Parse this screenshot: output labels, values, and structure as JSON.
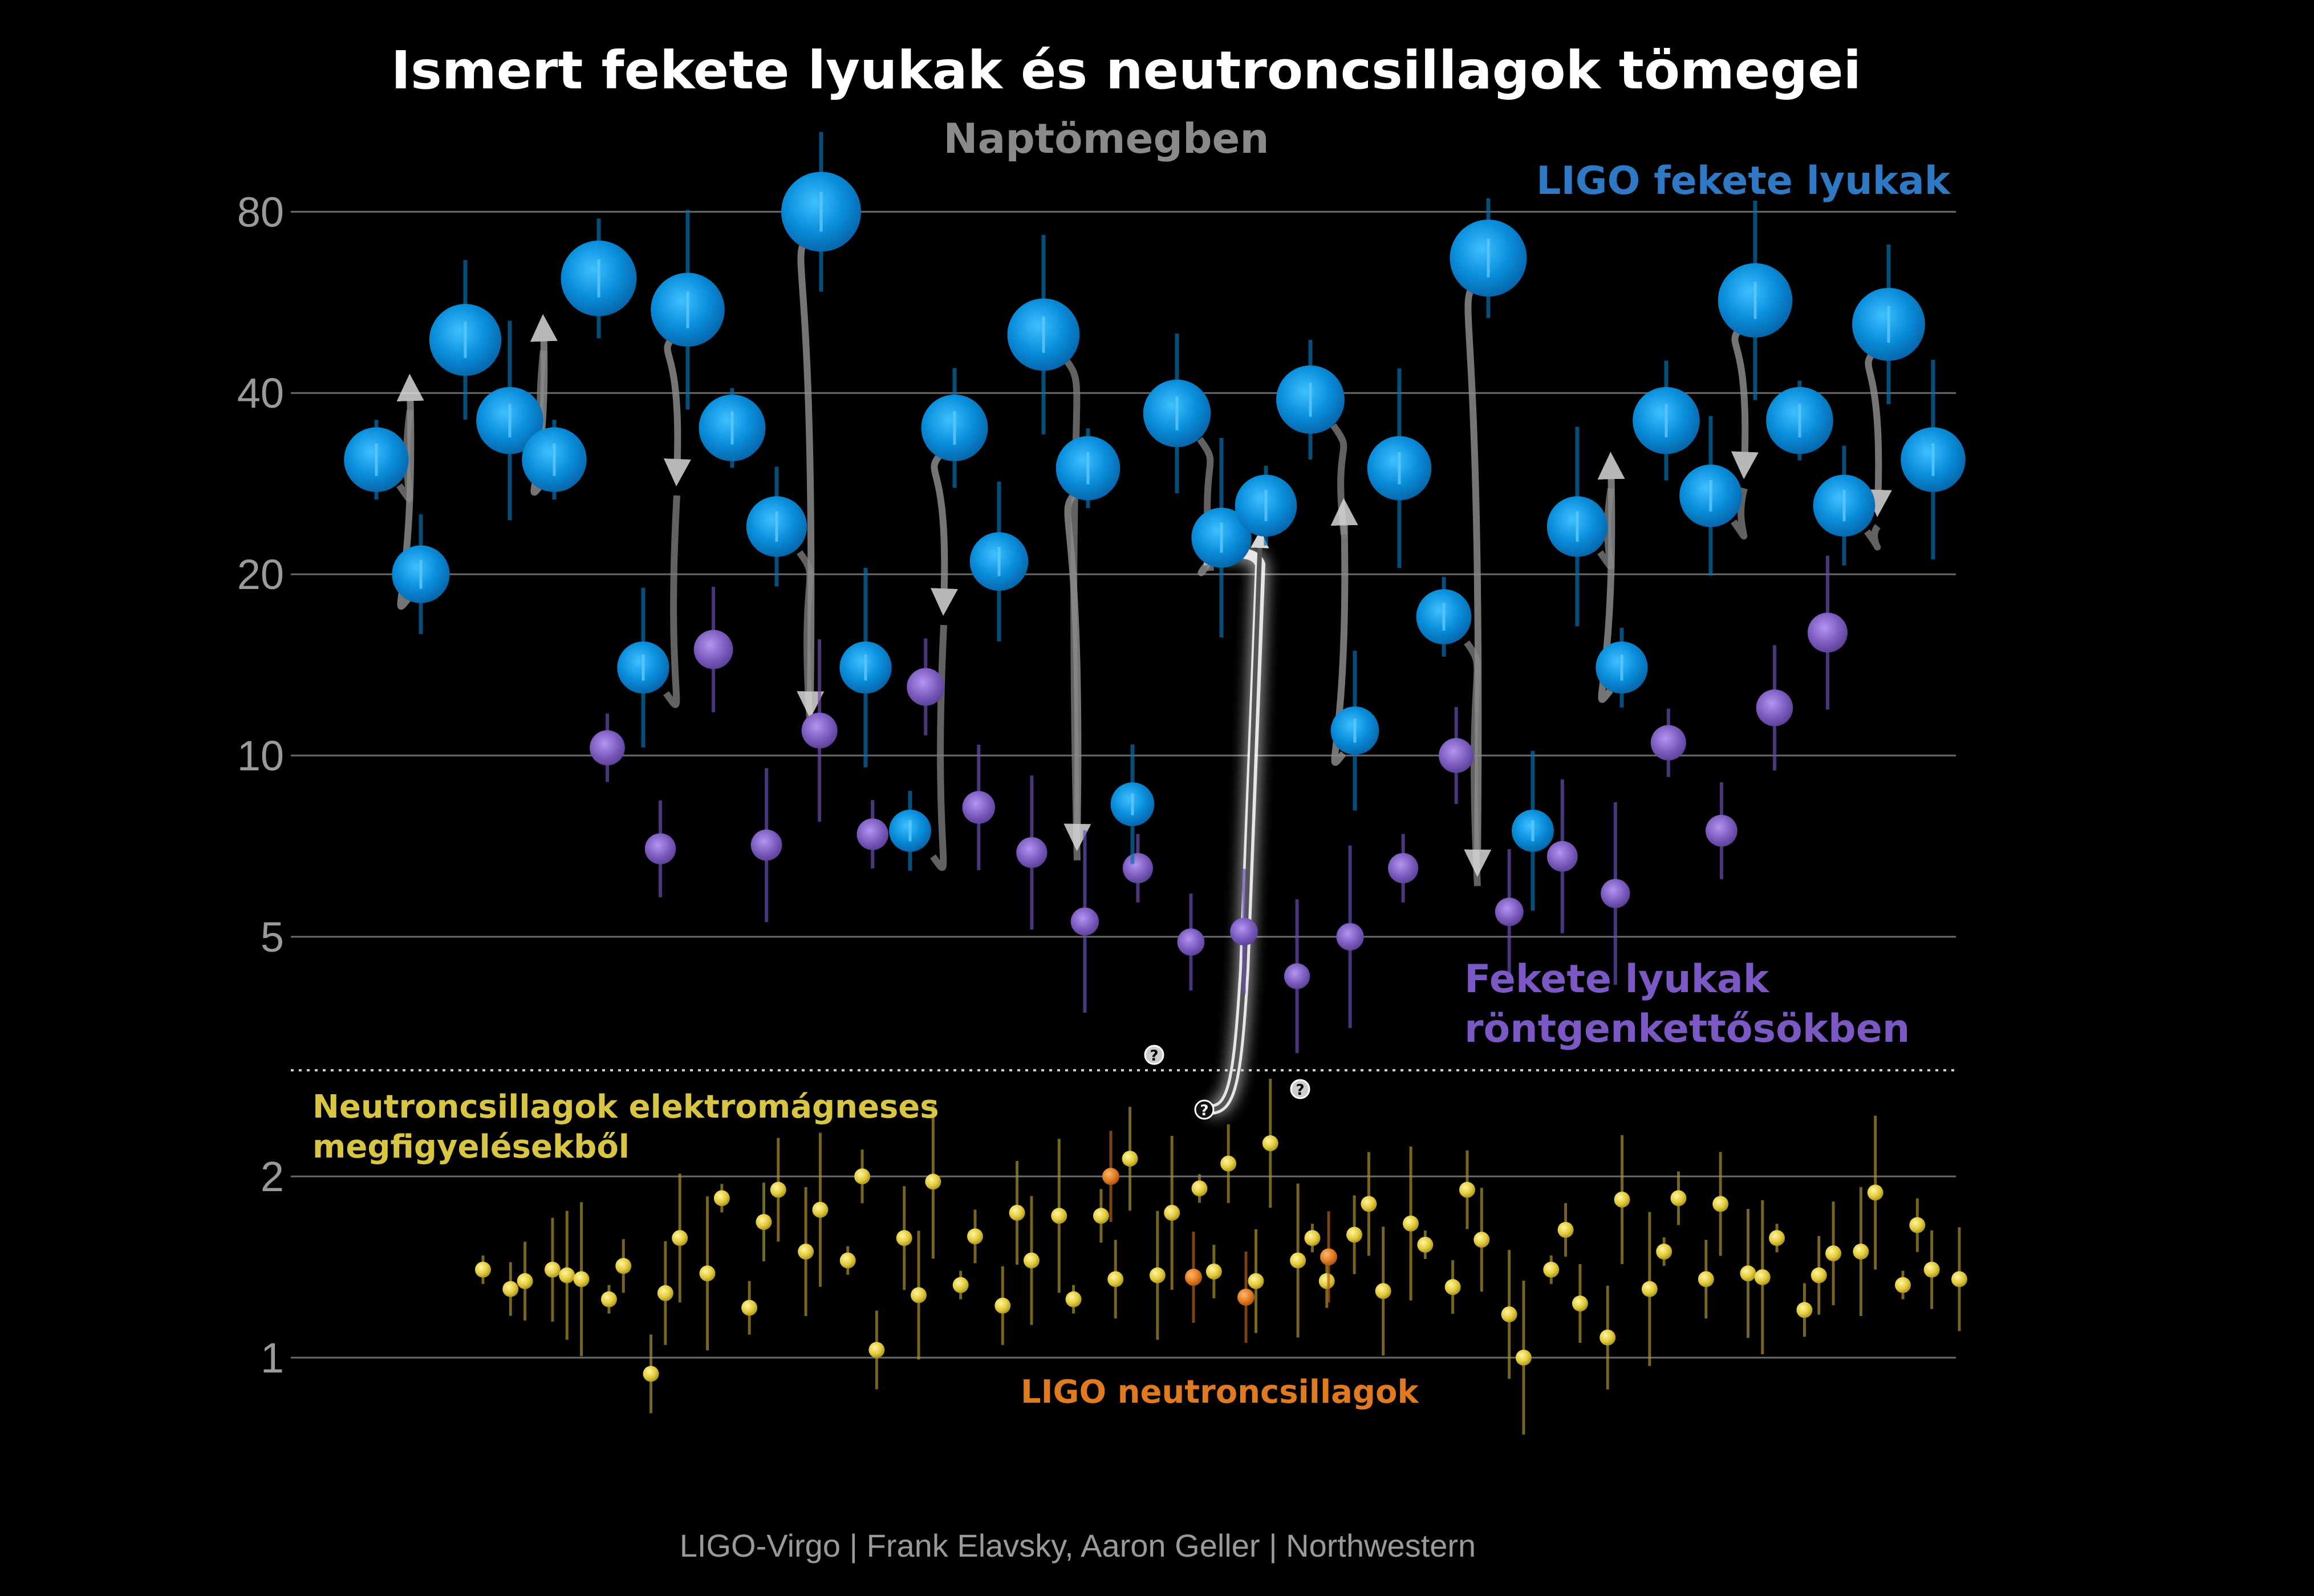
{
  "title": "Ismert fekete lyukak és neutroncsillagok tömegei",
  "subtitle": "Naptömegben",
  "credit": "LIGO-Virgo | Frank Elavsky, Aaron Geller | Northwestern",
  "labels": {
    "ligo_bh": "LIGO fekete lyukak",
    "xray_bh_line1": "Fekete lyukak",
    "xray_bh_line2": "röntgenkettősökben",
    "em_ns_line1": "Neutroncsillagok elektromágneses",
    "em_ns_line2": "megfigyelésekből",
    "ligo_ns": "LIGO neutroncsillagok"
  },
  "colors": {
    "ligo_bh": "#0a8fdc",
    "xray_bh": "#8a66c9",
    "em_ns": "#e8d44a",
    "ligo_ns": "#e07a20",
    "gridline": "#6a6a6a",
    "merger_arrow": "#9a9a9a"
  },
  "chart_data": {
    "type": "scatter",
    "title": "Ismert fekete lyukak és neutroncsillagok tömegei",
    "subtitle": "Naptömegben",
    "yscale": "log",
    "ylim": [
      0.6,
      95
    ],
    "yticks": [
      1,
      2,
      5,
      10,
      20,
      40,
      80
    ],
    "grid": true,
    "series": [
      {
        "name": "LIGO fekete lyukak",
        "points": [
          {
            "x": 1,
            "y": 31
          },
          {
            "x": 2,
            "y": 20
          },
          {
            "x": 3,
            "y": 49
          },
          {
            "x": 4,
            "y": 36
          },
          {
            "x": 5,
            "y": 31
          },
          {
            "x": 6,
            "y": 62
          },
          {
            "x": 7,
            "y": 14
          },
          {
            "x": 8,
            "y": 55
          },
          {
            "x": 9,
            "y": 35
          },
          {
            "x": 10,
            "y": 24
          },
          {
            "x": 11,
            "y": 80
          },
          {
            "x": 12,
            "y": 14
          },
          {
            "x": 13,
            "y": 7.5
          },
          {
            "x": 14,
            "y": 35
          },
          {
            "x": 15,
            "y": 21
          },
          {
            "x": 16,
            "y": 50
          },
          {
            "x": 17,
            "y": 30
          },
          {
            "x": 18,
            "y": 8.3
          },
          {
            "x": 19,
            "y": 37
          },
          {
            "x": 20,
            "y": 23
          },
          {
            "x": 21,
            "y": 26
          },
          {
            "x": 22,
            "y": 39
          },
          {
            "x": 23,
            "y": 11
          },
          {
            "x": 24,
            "y": 30
          },
          {
            "x": 25,
            "y": 17
          },
          {
            "x": 26,
            "y": 67
          },
          {
            "x": 27,
            "y": 7.5
          },
          {
            "x": 28,
            "y": 24
          },
          {
            "x": 29,
            "y": 14
          },
          {
            "x": 30,
            "y": 36
          },
          {
            "x": 31,
            "y": 27
          },
          {
            "x": 32,
            "y": 57
          },
          {
            "x": 33,
            "y": 36
          },
          {
            "x": 34,
            "y": 26
          },
          {
            "x": 35,
            "y": 52
          },
          {
            "x": 36,
            "y": 31
          }
        ]
      },
      {
        "name": "Fekete lyukak röntgenkettősökben",
        "points": [
          {
            "x": 1,
            "y": 10.3
          },
          {
            "x": 2,
            "y": 7
          },
          {
            "x": 3,
            "y": 15
          },
          {
            "x": 4,
            "y": 7.1
          },
          {
            "x": 5,
            "y": 11
          },
          {
            "x": 6,
            "y": 7.4
          },
          {
            "x": 7,
            "y": 13
          },
          {
            "x": 8,
            "y": 8.2
          },
          {
            "x": 9,
            "y": 6.9
          },
          {
            "x": 10,
            "y": 5.3
          },
          {
            "x": 11,
            "y": 6.5
          },
          {
            "x": 12,
            "y": 4.9
          },
          {
            "x": 13,
            "y": 5.1
          },
          {
            "x": 14,
            "y": 4.3
          },
          {
            "x": 15,
            "y": 5
          },
          {
            "x": 16,
            "y": 6.5
          },
          {
            "x": 17,
            "y": 10
          },
          {
            "x": 18,
            "y": 5.5
          },
          {
            "x": 19,
            "y": 6.8
          },
          {
            "x": 20,
            "y": 5.9
          },
          {
            "x": 21,
            "y": 10.5
          },
          {
            "x": 22,
            "y": 7.5
          },
          {
            "x": 23,
            "y": 12
          },
          {
            "x": 24,
            "y": 16
          }
        ]
      },
      {
        "name": "Neutroncsillagok elektromágneses megfigyelésekből",
        "points": [
          {
            "x": 1,
            "y": 1.4
          },
          {
            "x": 2,
            "y": 1.3
          },
          {
            "x": 3,
            "y": 1.34
          },
          {
            "x": 4,
            "y": 1.4
          },
          {
            "x": 5,
            "y": 1.37
          },
          {
            "x": 6,
            "y": 1.35
          },
          {
            "x": 7,
            "y": 1.25
          },
          {
            "x": 8,
            "y": 1.42
          },
          {
            "x": 9,
            "y": 0.94
          },
          {
            "x": 10,
            "y": 1.28
          },
          {
            "x": 11,
            "y": 1.58
          },
          {
            "x": 12,
            "y": 1.38
          },
          {
            "x": 13,
            "y": 1.84
          },
          {
            "x": 14,
            "y": 1.21
          },
          {
            "x": 15,
            "y": 1.68
          },
          {
            "x": 16,
            "y": 1.9
          },
          {
            "x": 17,
            "y": 1.5
          },
          {
            "x": 18,
            "y": 1.76
          },
          {
            "x": 19,
            "y": 1.45
          },
          {
            "x": 20,
            "y": 2.0
          },
          {
            "x": 21,
            "y": 1.03
          },
          {
            "x": 22,
            "y": 1.58
          },
          {
            "x": 23,
            "y": 1.27
          },
          {
            "x": 24,
            "y": 1.96
          },
          {
            "x": 25,
            "y": 1.32
          },
          {
            "x": 26,
            "y": 1.59
          },
          {
            "x": 27,
            "y": 1.22
          },
          {
            "x": 28,
            "y": 1.74
          },
          {
            "x": 29,
            "y": 1.45
          },
          {
            "x": 30,
            "y": 1.72
          },
          {
            "x": 31,
            "y": 1.25
          },
          {
            "x": 32,
            "y": 1.72
          },
          {
            "x": 33,
            "y": 1.35
          },
          {
            "x": 34,
            "y": 2.14
          },
          {
            "x": 35,
            "y": 1.37
          },
          {
            "x": 36,
            "y": 1.74
          },
          {
            "x": 37,
            "y": 1.91
          },
          {
            "x": 38,
            "y": 1.39
          },
          {
            "x": 39,
            "y": 2.1
          },
          {
            "x": 40,
            "y": 1.34
          },
          {
            "x": 41,
            "y": 2.27
          },
          {
            "x": 42,
            "y": 1.45
          },
          {
            "x": 43,
            "y": 1.58
          },
          {
            "x": 44,
            "y": 1.34
          },
          {
            "x": 45,
            "y": 1.6
          },
          {
            "x": 46,
            "y": 1.8
          },
          {
            "x": 47,
            "y": 1.29
          },
          {
            "x": 48,
            "y": 1.67
          },
          {
            "x": 49,
            "y": 1.54
          },
          {
            "x": 50,
            "y": 1.31
          },
          {
            "x": 51,
            "y": 1.9
          },
          {
            "x": 52,
            "y": 1.57
          },
          {
            "x": 53,
            "y": 1.18
          },
          {
            "x": 54,
            "y": 1.0
          },
          {
            "x": 55,
            "y": 1.4
          },
          {
            "x": 56,
            "y": 1.63
          },
          {
            "x": 57,
            "y": 1.23
          },
          {
            "x": 58,
            "y": 1.08
          },
          {
            "x": 59,
            "y": 1.83
          },
          {
            "x": 60,
            "y": 1.3
          },
          {
            "x": 61,
            "y": 1.5
          },
          {
            "x": 62,
            "y": 1.84
          },
          {
            "x": 63,
            "y": 1.35
          },
          {
            "x": 64,
            "y": 1.8
          },
          {
            "x": 65,
            "y": 1.38
          },
          {
            "x": 66,
            "y": 1.36
          },
          {
            "x": 67,
            "y": 1.58
          },
          {
            "x": 68,
            "y": 1.2
          },
          {
            "x": 69,
            "y": 1.37
          },
          {
            "x": 70,
            "y": 1.49
          },
          {
            "x": 71,
            "y": 1.5
          },
          {
            "x": 72,
            "y": 1.88
          },
          {
            "x": 73,
            "y": 1.32
          },
          {
            "x": 74,
            "y": 1.66
          },
          {
            "x": 75,
            "y": 1.4
          },
          {
            "x": 76,
            "y": 1.35
          }
        ]
      },
      {
        "name": "LIGO neutroncsillagok",
        "points": [
          {
            "x": 1,
            "y": 2.0
          },
          {
            "x": 2,
            "y": 1.36
          },
          {
            "x": 3,
            "y": 1.26
          },
          {
            "x": 4,
            "y": 1.47
          }
        ]
      }
    ],
    "mergers": "gravitational-wave merger events: two component masses joined by grey arrows to the remnant mass",
    "annotations": [
      "?",
      "?",
      "?"
    ]
  }
}
